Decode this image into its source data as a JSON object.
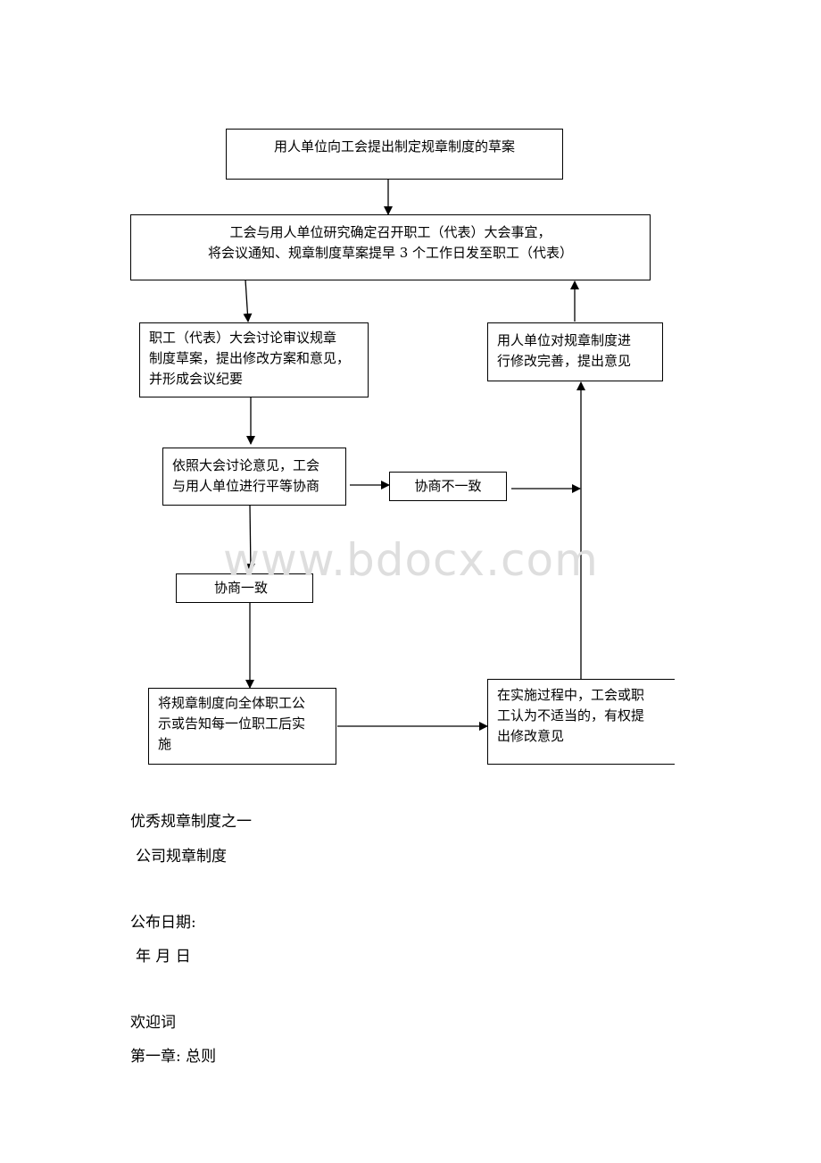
{
  "flowchart": {
    "step1": "用人单位向工会提出制定规章制度的草案",
    "step2": [
      "工会与用人单位研究确定召开职工（代表）大会事宜，",
      "将会议通知、规章制度草案提早 3 个工作日发至职工（代表）"
    ],
    "step3": [
      "职工（代表）大会讨论审议规章",
      "制度草案，提出修改方案和意见，",
      "并形成会议纪要"
    ],
    "step4": [
      "依照大会讨论意见，工会",
      "与用人单位进行平等协商"
    ],
    "disagree": "协商不一致",
    "agree": "协商一致",
    "step5": [
      "将规章制度向全体职工公",
      "示或告知每一位职工后实",
      "施"
    ],
    "revise": [
      "用人单位对规章制度进",
      "行修改完善，提出意见"
    ],
    "objection": [
      "在实施过程中，工会或职",
      "工认为不适当的，有权提",
      "出修改意见"
    ]
  },
  "watermark": "www.bdocx.com",
  "text": {
    "line1": "优秀规章制度之一",
    "line2": "公司规章制度",
    "line3": "公布日期:",
    "line4": "年 月 日",
    "line5": "欢迎词",
    "line6": "第一章: 总则"
  }
}
